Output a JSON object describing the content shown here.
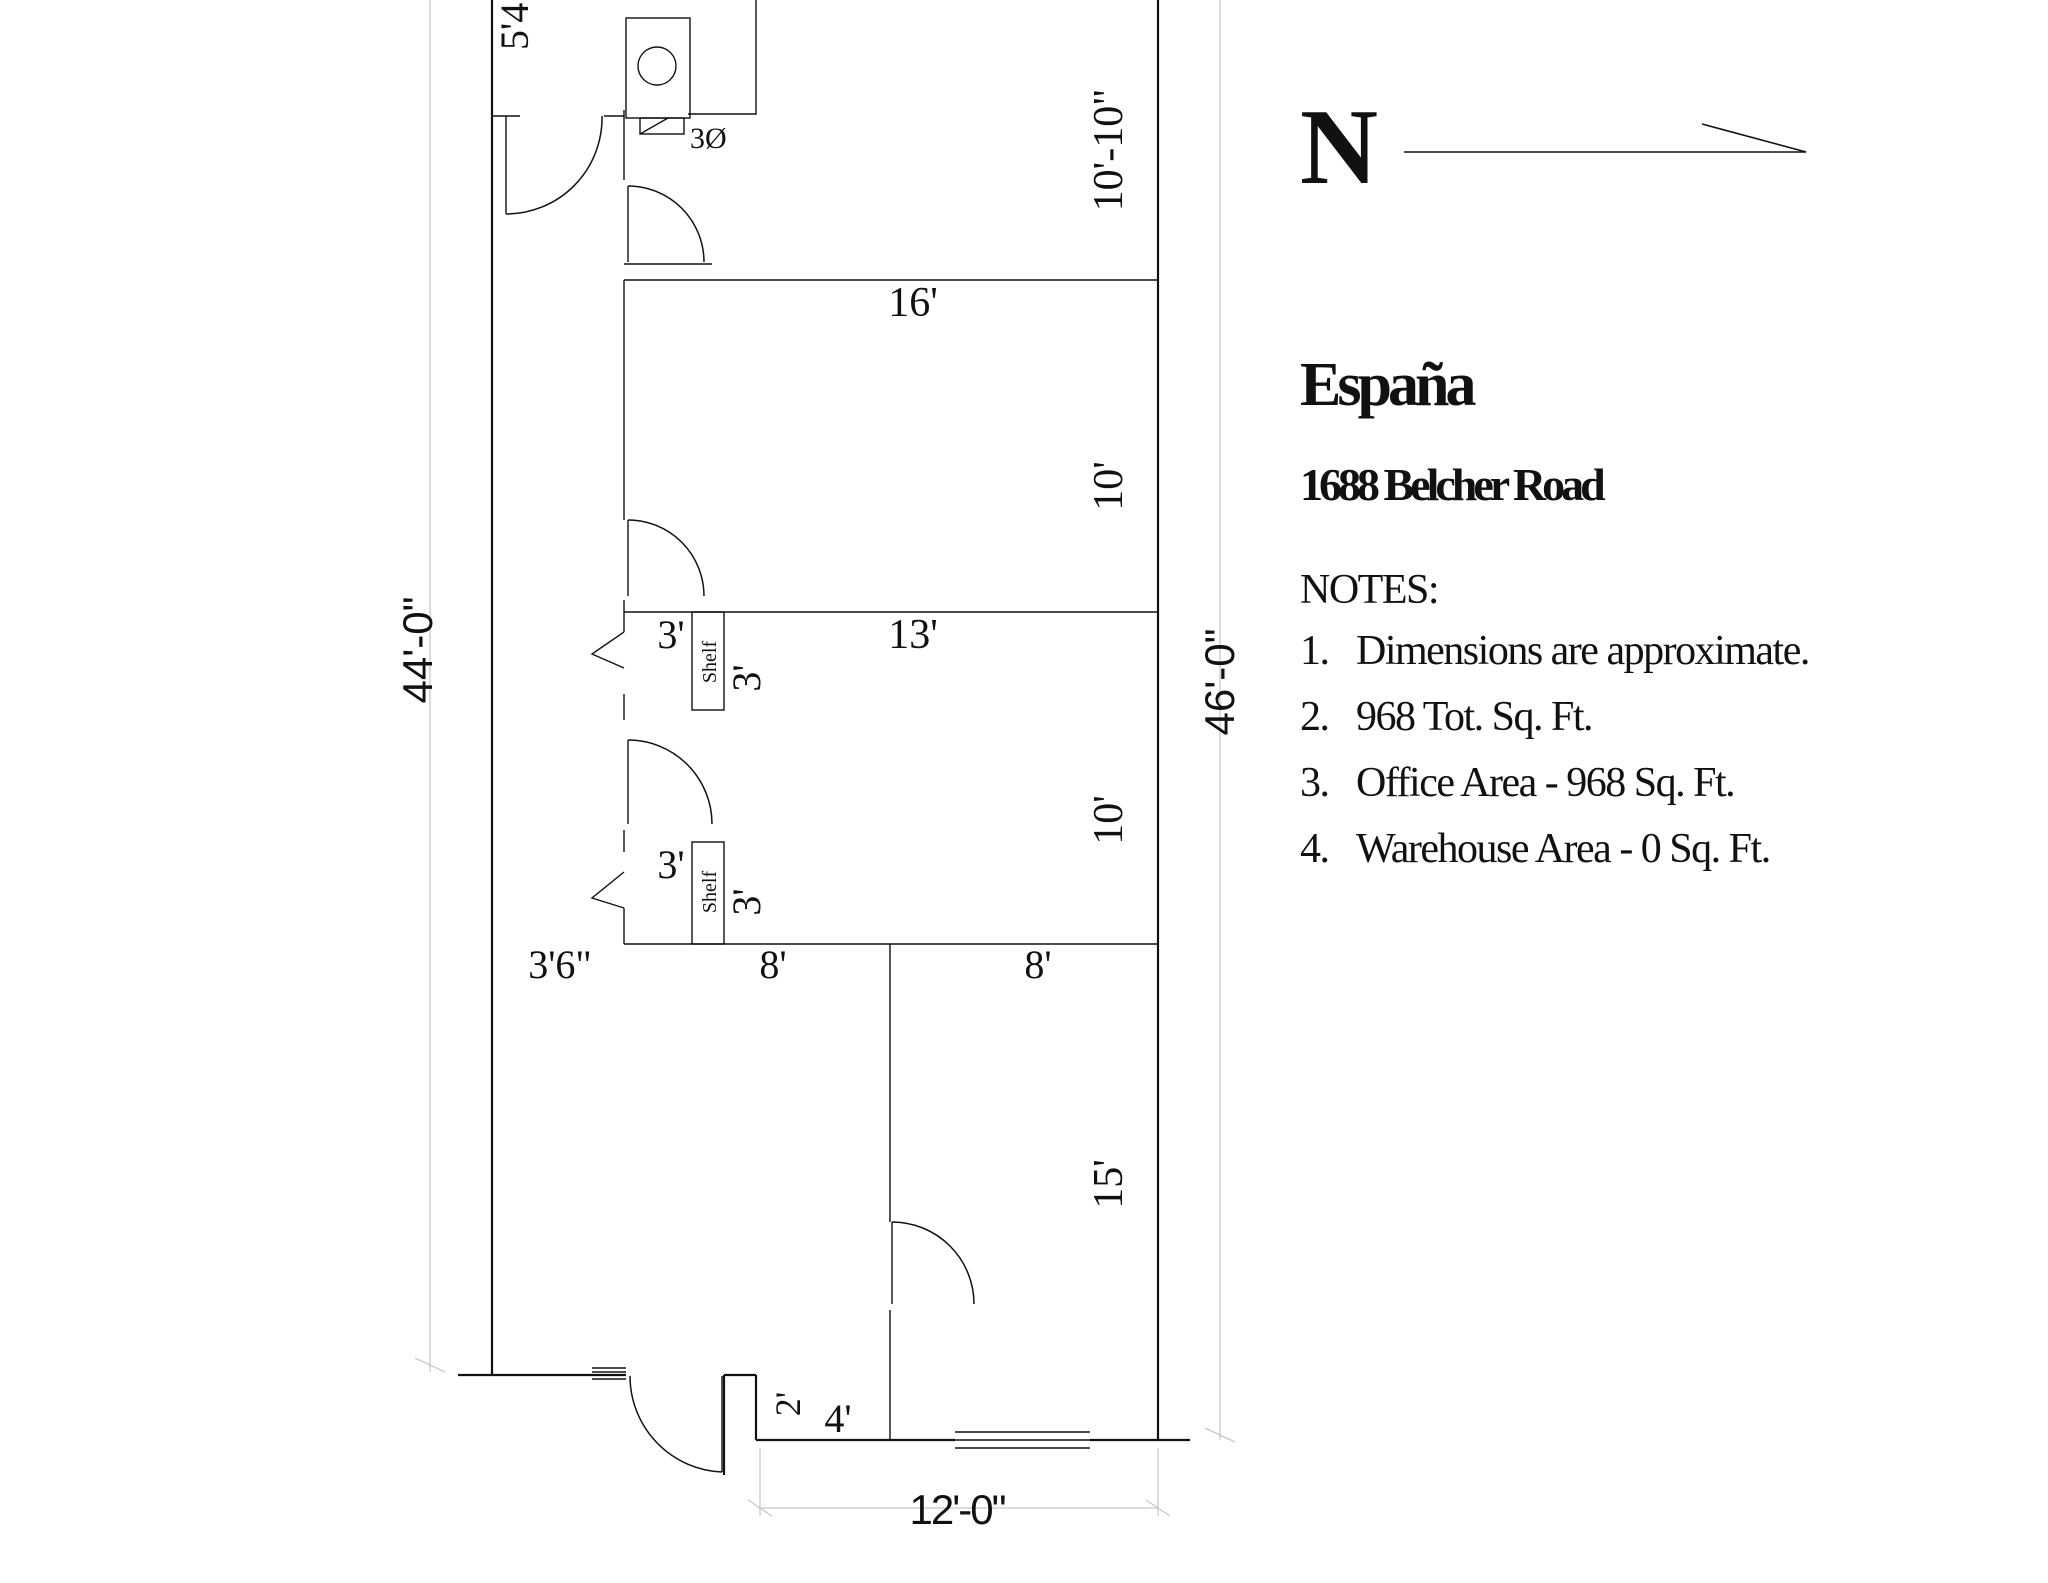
{
  "north": {
    "letter": "N"
  },
  "property": {
    "name": "España",
    "address": "1688 Belcher Road"
  },
  "notes": {
    "heading": "NOTES:",
    "items": [
      {
        "num": "1.",
        "text": "Dimensions are approximate."
      },
      {
        "num": "2.",
        "text": "968 Tot. Sq. Ft."
      },
      {
        "num": "3.",
        "text": "Office Area - 968 Sq. Ft."
      },
      {
        "num": "4.",
        "text": "Warehouse Area - 0 Sq. Ft."
      }
    ]
  },
  "overall_dims": {
    "left": "44'-0\"",
    "right": "46'-0\"",
    "bottom": "12'-0\""
  },
  "room_dims": {
    "top_partial": "5'4",
    "top_room_height": "10'-10\"",
    "top_room_width": "16'",
    "room2_height": "10'",
    "room2_width": "13'",
    "room3_height": "10'",
    "closet1_width": "3'",
    "closet1_depth": "3'",
    "closet2_width": "3'",
    "closet2_depth": "3'",
    "hall_width": "3'6\"",
    "front_left_width": "8'",
    "front_right_width": "8'",
    "front_room_height": "15'",
    "entry_jog_height": "2'",
    "entry_jog_width": "4'"
  },
  "labels": {
    "shelf_1": "Shelf",
    "shelf_2": "Shelf",
    "electric": "3Ø"
  }
}
